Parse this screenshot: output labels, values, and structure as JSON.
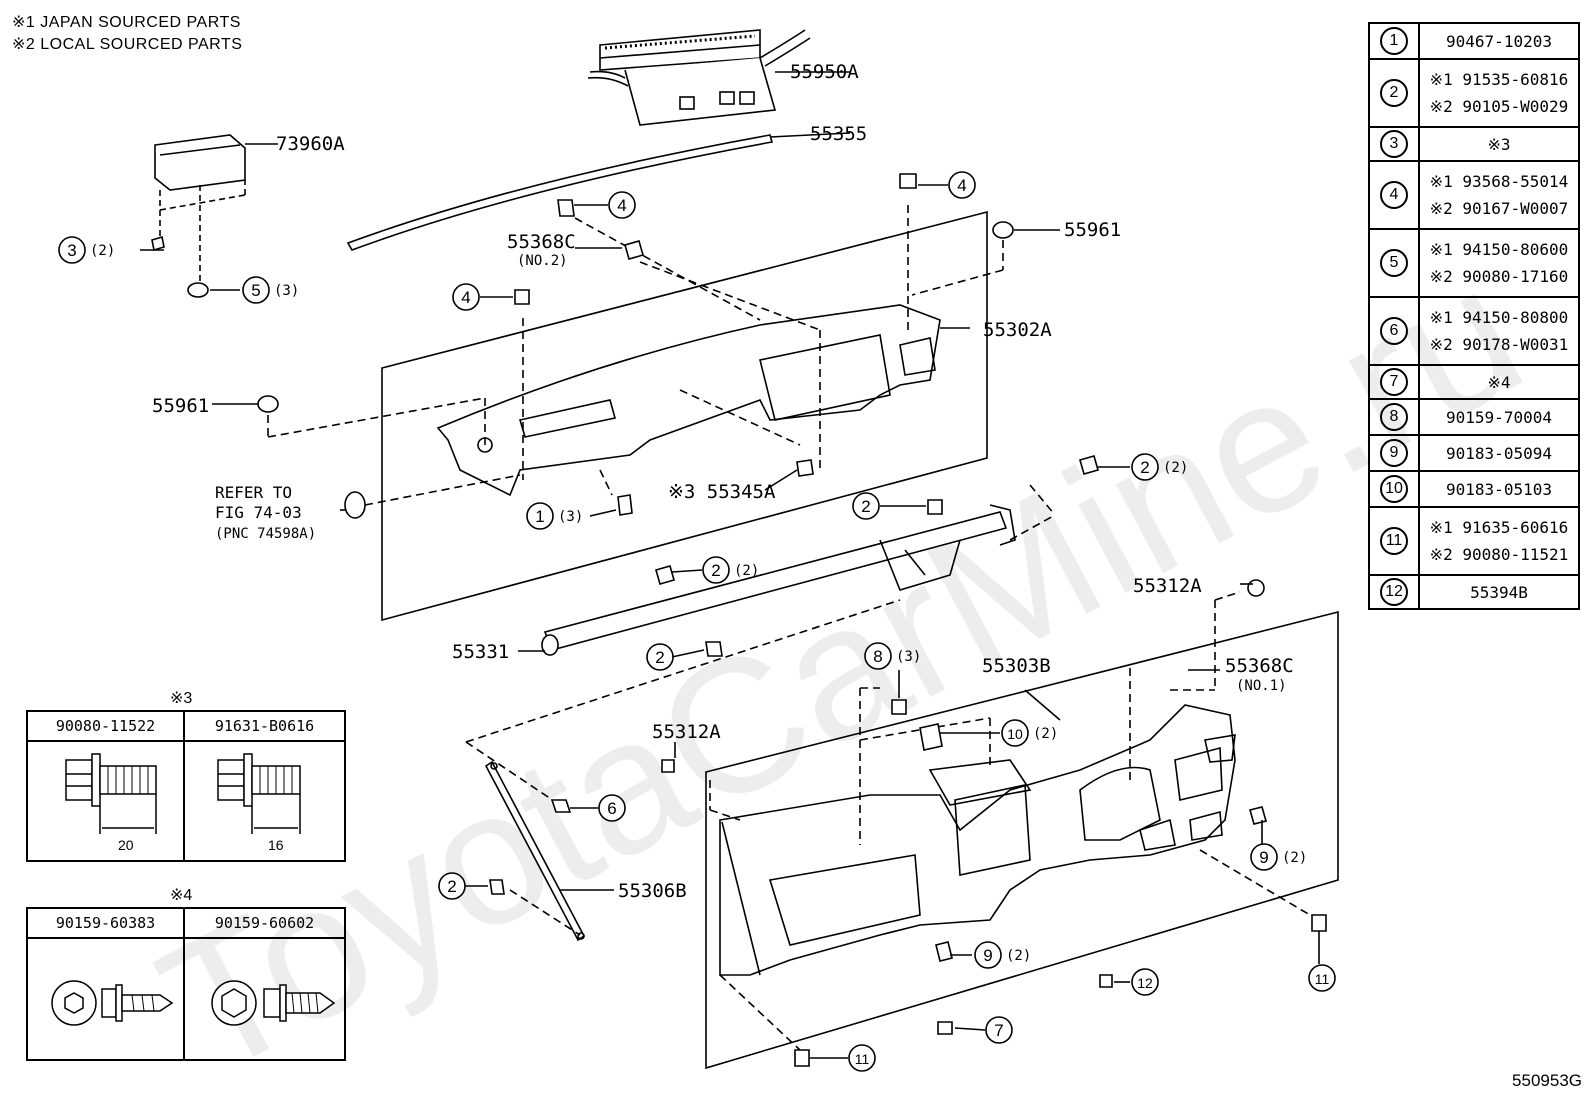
{
  "notes": [
    "※1 JAPAN SOURCED PARTS",
    "※2 LOCAL SOURCED PARTS"
  ],
  "figure_id": "550953G",
  "watermark": "ToyotaCarMine.ru",
  "parts_table": [
    {
      "num": "1",
      "values": [
        "90467-10203"
      ]
    },
    {
      "num": "2",
      "values": [
        "※1 91535-60816",
        "※2 90105-W0029"
      ]
    },
    {
      "num": "3",
      "values": [
        "※3"
      ]
    },
    {
      "num": "4",
      "values": [
        "※1 93568-55014",
        "※2 90167-W0007"
      ]
    },
    {
      "num": "5",
      "values": [
        "※1 94150-80600",
        "※2 90080-17160"
      ]
    },
    {
      "num": "6",
      "values": [
        "※1 94150-80800",
        "※2 90178-W0031"
      ]
    },
    {
      "num": "7",
      "values": [
        "※4"
      ]
    },
    {
      "num": "8",
      "values": [
        "90159-70004"
      ]
    },
    {
      "num": "9",
      "values": [
        "90183-05094"
      ]
    },
    {
      "num": "10",
      "values": [
        "90183-05103"
      ]
    },
    {
      "num": "11",
      "values": [
        "※1 91635-60616",
        "※2 90080-11521"
      ]
    },
    {
      "num": "12",
      "values": [
        "55394B"
      ]
    }
  ],
  "note3": {
    "mark": "※3",
    "col1": "90080-11522",
    "col2": "91631-B0616",
    "dim1": "20",
    "dim2": "16"
  },
  "note4": {
    "mark": "※4",
    "col1": "90159-60383",
    "col2": "90159-60602"
  },
  "labels": {
    "p55950A": "55950A",
    "p55355": "55355",
    "p73960A": "73960A",
    "p55961a": "55961",
    "p55961b": "55961",
    "p55368C_2": "55368C",
    "p55368C_2_sub": "(NO.2)",
    "p55302A": "55302A",
    "refer1": "REFER TO",
    "refer2": "FIG 74-03",
    "refer3": "(PNC 74598A)",
    "p55345A": "※3 55345A",
    "p55331": "55331",
    "p55312A_a": "55312A",
    "p55312A_b": "55312A",
    "p55303B": "55303B",
    "p55368C_1": "55368C",
    "p55368C_1_sub": "(NO.1)",
    "p55306B": "55306B",
    "qty2": "(2)",
    "qty3": "(3)"
  },
  "callouts": [
    {
      "id": "c3",
      "num": "3",
      "qty": "(2)"
    },
    {
      "id": "c5",
      "num": "5",
      "qty": "(3)"
    },
    {
      "id": "c4a",
      "num": "4",
      "qty": ""
    },
    {
      "id": "c4b",
      "num": "4",
      "qty": ""
    },
    {
      "id": "c4c",
      "num": "4",
      "qty": ""
    },
    {
      "id": "c1",
      "num": "1",
      "qty": "(3)"
    },
    {
      "id": "c2a",
      "num": "2",
      "qty": "(2)"
    },
    {
      "id": "c2b",
      "num": "2",
      "qty": ""
    },
    {
      "id": "c2c",
      "num": "2",
      "qty": "(2)"
    },
    {
      "id": "c2d",
      "num": "2",
      "qty": ""
    },
    {
      "id": "c2e",
      "num": "2",
      "qty": ""
    },
    {
      "id": "c8",
      "num": "8",
      "qty": "(3)"
    },
    {
      "id": "c10",
      "num": "10",
      "qty": "(2)"
    },
    {
      "id": "c6",
      "num": "6",
      "qty": ""
    },
    {
      "id": "c9a",
      "num": "9",
      "qty": "(2)"
    },
    {
      "id": "c9b",
      "num": "9",
      "qty": "(2)"
    },
    {
      "id": "c12",
      "num": "12",
      "qty": ""
    },
    {
      "id": "c11a",
      "num": "11",
      "qty": ""
    },
    {
      "id": "c11b",
      "num": "11",
      "qty": ""
    },
    {
      "id": "c7",
      "num": "7",
      "qty": ""
    }
  ]
}
